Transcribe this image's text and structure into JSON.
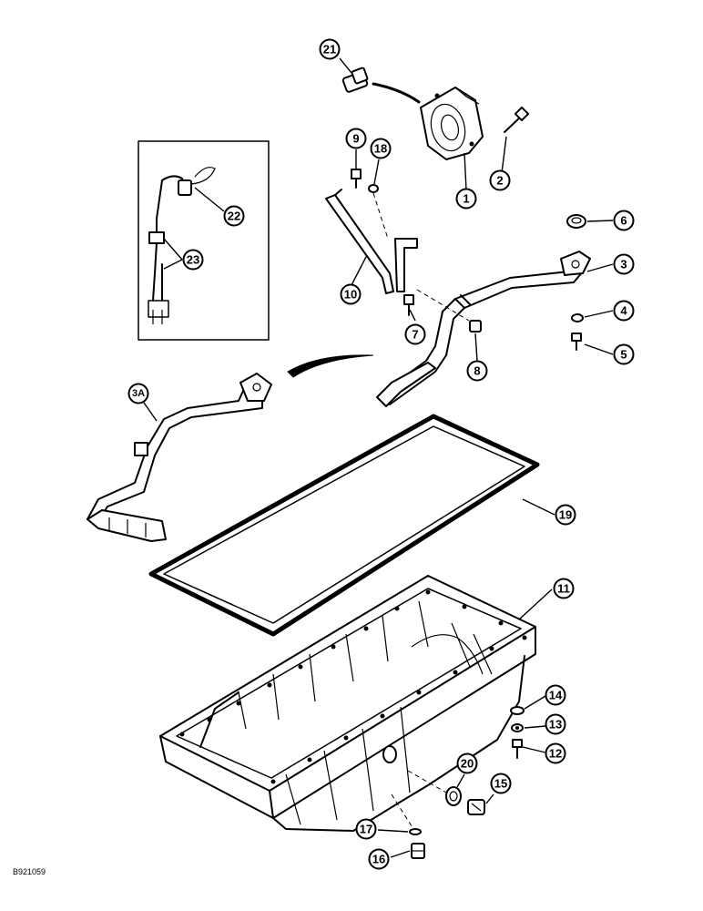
{
  "drawing_id": "B921059",
  "callouts": {
    "c1": "1",
    "c2": "2",
    "c3": "3",
    "c3a": "3A",
    "c4": "4",
    "c5": "5",
    "c6": "6",
    "c7": "7",
    "c8": "8",
    "c9": "9",
    "c10": "10",
    "c11": "11",
    "c12": "12",
    "c13": "13",
    "c14": "14",
    "c15": "15",
    "c16": "16",
    "c17": "17",
    "c18": "18",
    "c19": "19",
    "c20": "20",
    "c21": "21",
    "c22": "22",
    "c23": "23"
  }
}
